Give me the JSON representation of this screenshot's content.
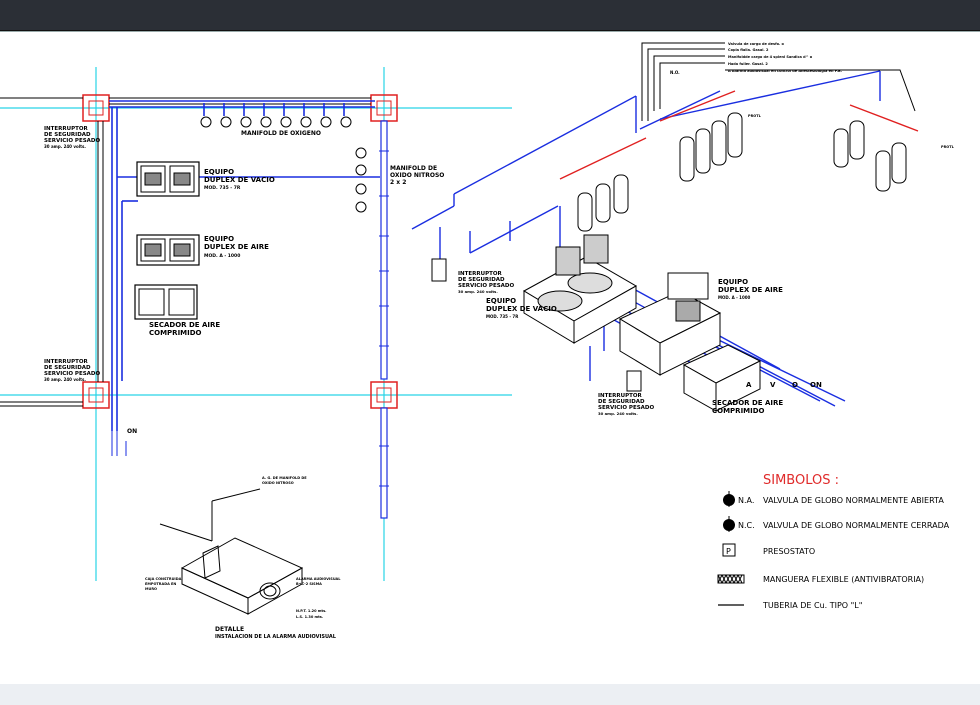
{
  "plan": {
    "manifold_oxigeno": "MANIFOLD DE OXIGENO",
    "manifold_nitroso_1": "MANIFOLD DE",
    "manifold_nitroso_2": "OXIDO NITROSO",
    "manifold_nitroso_3": "2 x 2",
    "interruptor_top": [
      "INTERRUPTOR",
      "DE SEGURIDAD",
      "SERVICIO PESADO",
      "30 amp. 240 volts."
    ],
    "interruptor_bottom": [
      "INTERRUPTOR",
      "DE SEGURIDAD",
      "SERVICIO PESADO",
      "30 amp. 240 volts."
    ],
    "vacio": [
      "EQUIPO",
      "DUPLEX DE VACIO",
      "MOD. 735 - 7R"
    ],
    "aire": [
      "EQUIPO",
      "DUPLEX DE AIRE",
      "MOD. A - 1000"
    ],
    "secador": [
      "SECADOR DE AIRE",
      "COMPRIMIDO"
    ],
    "on": "ON"
  },
  "iso": {
    "callouts": [
      "Valvula de cargo de desfo. o",
      "Copla flalla. Gasal. 2",
      "Manifoldde cargo de 4 spleni Sandica d^ o",
      "Hada fuller. Gasal. 2",
      "A Alarma audiovisual en control de Anestesiologia en P.B."
    ],
    "interruptor": [
      "INTERRUPTOR",
      "DE SEGURIDAD",
      "SERVICIO PESADO",
      "30 amp. 240 volts."
    ],
    "interruptor2": [
      "INTERRUPTOR",
      "DE SEGURIDAD",
      "SERVICIO PESADO",
      "30 amp. 240 volts."
    ],
    "vacio": [
      "EQUIPO",
      "DUPLEX DE VACIO",
      "MOD. 735 - 7R"
    ],
    "aire": [
      "EQUIPO",
      "DUPLEX DE AIRE",
      "MOD. A - 1000"
    ],
    "secador": [
      "SECADOR DE AIRE",
      "COMPRIMIDO"
    ],
    "avdon": [
      "A",
      "V",
      "O",
      "ON"
    ],
    "small_labels": [
      "N.O.",
      "PROTL",
      "PROTL"
    ]
  },
  "detalle": {
    "title": "DETALLE",
    "subtitle": "INSTALACION DE LA ALARMA AUDIOVISUAL",
    "notes": [
      "A. G. DE MANIFOLD DE",
      "OXIDO NITROSO",
      "CAJA CONSTRUIDA",
      "EMPOTRADA EN",
      "MURO",
      "ALARMA AUDIOVISUAL",
      "B+C-2 SISMA",
      "N.P.T. 1.20 mts.",
      "L.S. 1.30 mts."
    ]
  },
  "simbolos": {
    "title": "SIMBOLOS :",
    "items": [
      {
        "icon": "globe-valve-open",
        "code": "N.A.",
        "text": "VALVULA DE GLOBO NORMALMENTE ABIERTA"
      },
      {
        "icon": "globe-valve-closed",
        "code": "N.C.",
        "text": "VALVULA DE GLOBO NORMALMENTE CERRADA"
      },
      {
        "icon": "pressure-switch",
        "code": "P",
        "text": "PRESOSTATO"
      },
      {
        "icon": "flexible-hose",
        "code": "",
        "text": "MANGUERA FLEXIBLE (ANTIVIBRATORIA)"
      },
      {
        "icon": "copper-pipe",
        "code": "",
        "text": "TUBERIA DE Cu. TIPO \"L\""
      }
    ]
  },
  "colors": {
    "pipe_blue": "#1a2ee0",
    "cyan": "#29d4e6",
    "red": "#e02020",
    "title_red": "#e02a2a",
    "black": "#000000"
  }
}
